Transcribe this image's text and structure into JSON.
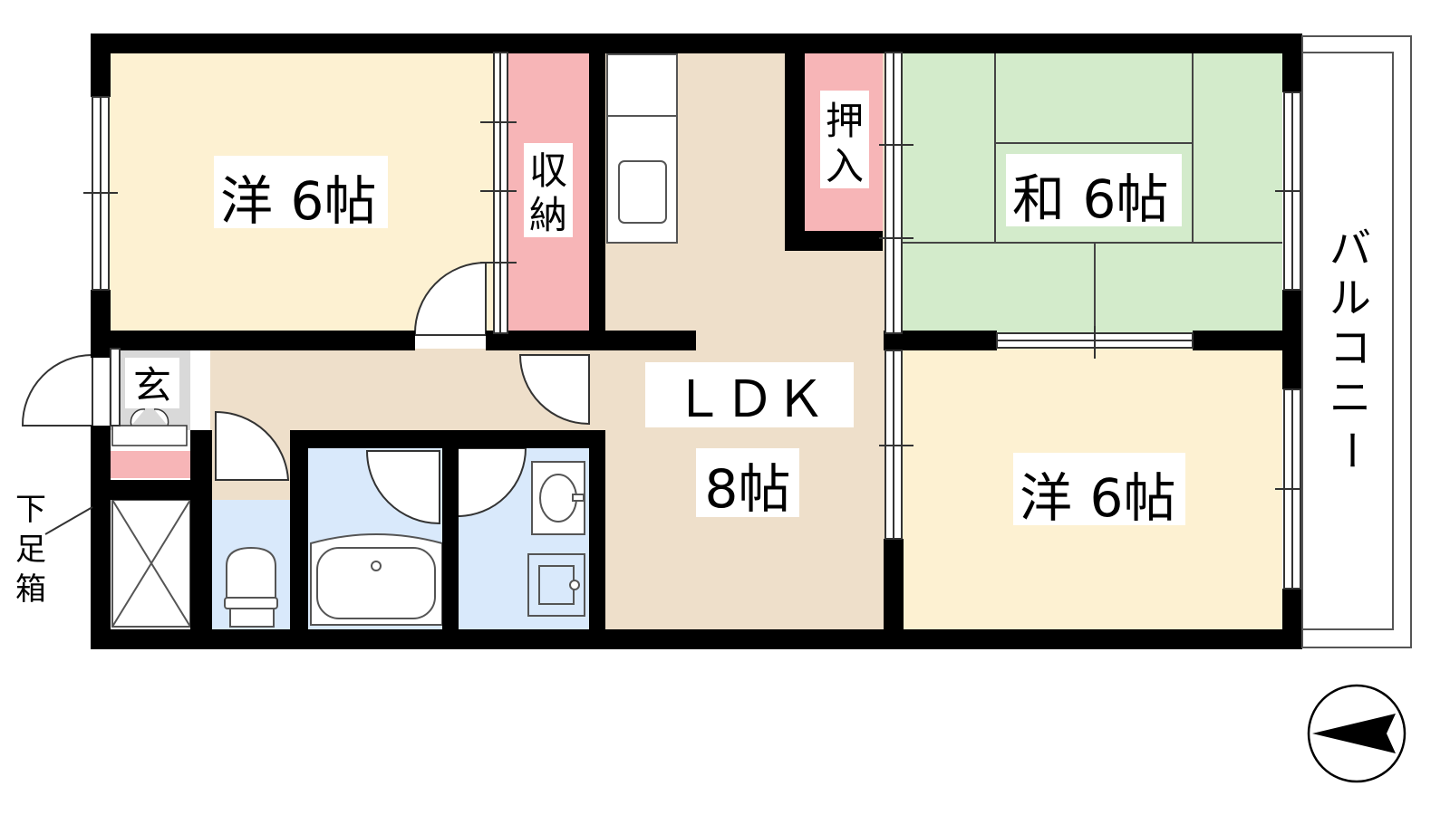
{
  "floorplan": {
    "rooms": {
      "western_room_nw": {
        "kind": "洋",
        "size": "6帖",
        "color": "#fdf1d2"
      },
      "storage": {
        "label_line1": "収",
        "label_line2": "納",
        "color": "#f7b5b7"
      },
      "oshiire": {
        "label_line1": "押",
        "label_line2": "入",
        "color": "#f7b5b7"
      },
      "japanese_room": {
        "kind": "和",
        "size": "6帖",
        "color": "#d3ebcb"
      },
      "ldk": {
        "name": "ＬＤＫ",
        "size": "8帖",
        "color": "#eedfca"
      },
      "western_room_se": {
        "kind": "洋",
        "size": "6帖",
        "color": "#fdf1d2"
      },
      "entrance": {
        "label": "玄",
        "color": "#d9d9d9"
      },
      "wet_area": {
        "color": "#d9e9fb"
      }
    },
    "balcony": {
      "chars": [
        "バ",
        "ル",
        "コ",
        "ニ",
        "ー"
      ]
    },
    "shoe_box": {
      "chars": [
        "下",
        "足",
        "箱"
      ]
    },
    "colors": {
      "wall": "#000000",
      "fixture_line": "#444444"
    },
    "icons": {
      "compass": "north-arrow-icon"
    }
  }
}
